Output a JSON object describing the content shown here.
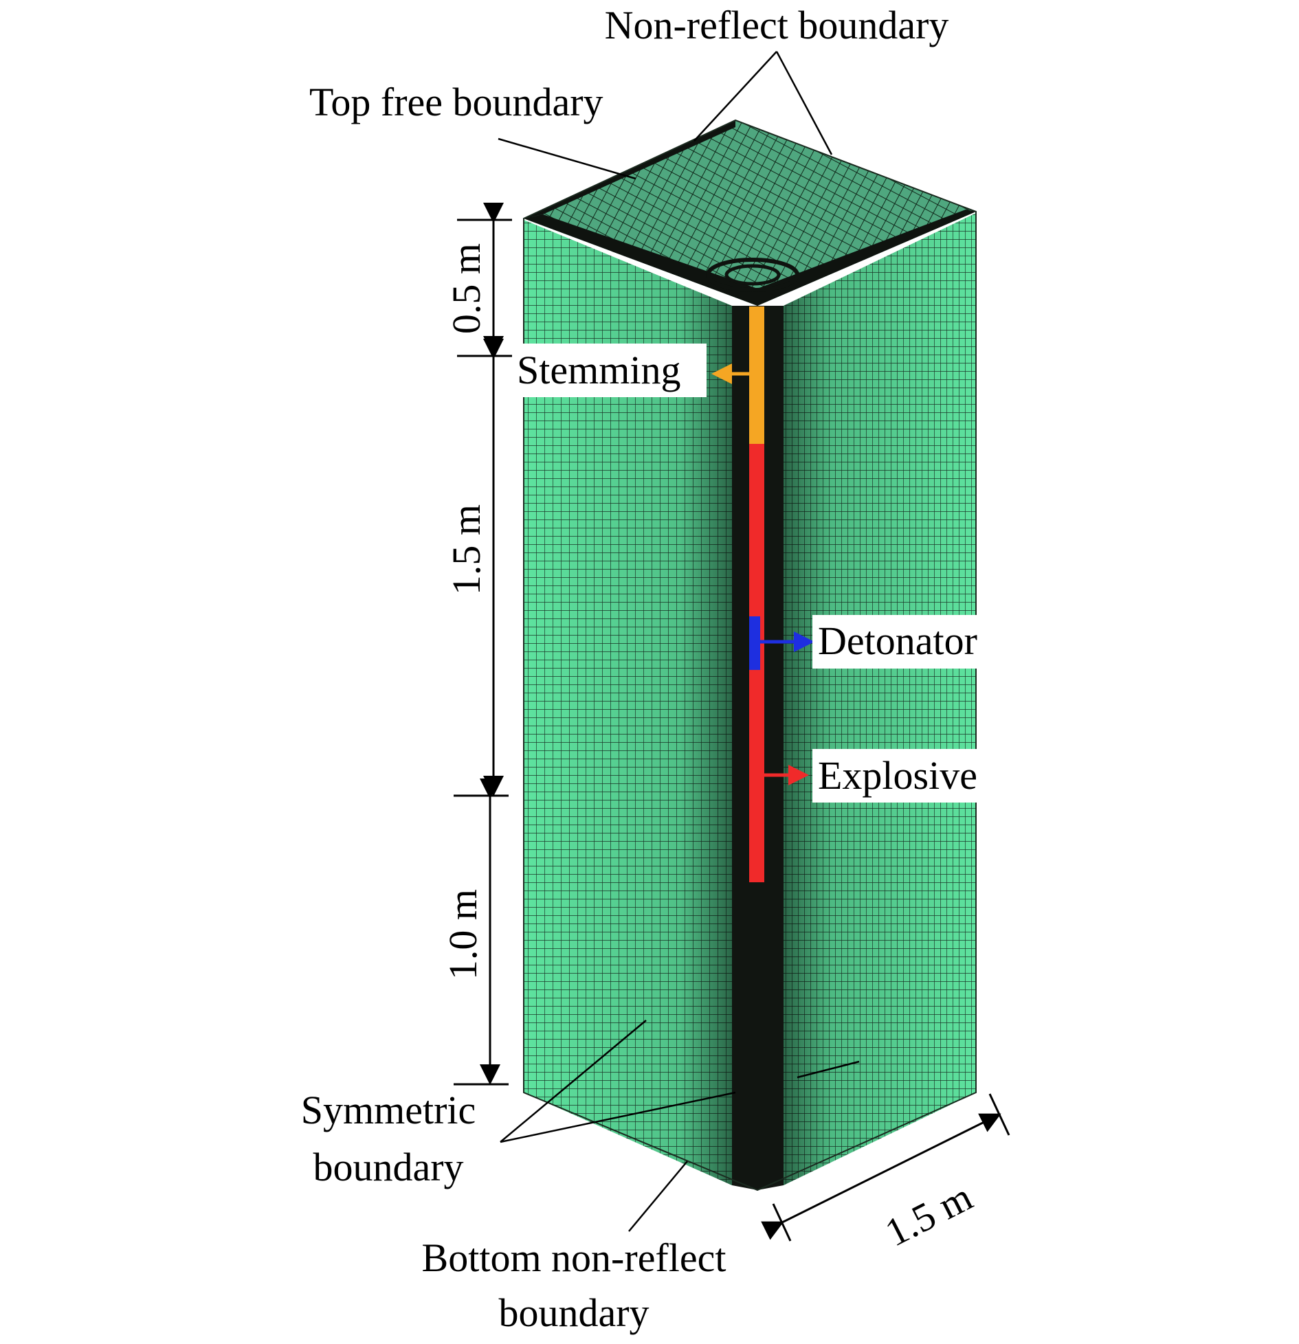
{
  "labels": {
    "non_reflect": "Non-reflect boundary",
    "top_free": "Top free boundary",
    "stemming": "Stemming",
    "detonator": "Detonator",
    "explosive": "Explosive",
    "symmetric_line1": "Symmetric",
    "symmetric_line2": "boundary",
    "bottom_line1": "Bottom non-reflect",
    "bottom_line2": "boundary"
  },
  "dimensions": {
    "top_segment": "0.5 m",
    "charge_segment": "1.5 m",
    "bottom_segment": "1.0 m",
    "width": "1.5 m"
  },
  "colors": {
    "mesh_fill": "#5ee39f",
    "mesh_line": "#1c3a2a",
    "dark_face": "#111511",
    "stemming": "#f5a623",
    "explosive": "#f02a2a",
    "detonator": "#1e2fe0",
    "label_bg": "#ffffff"
  }
}
